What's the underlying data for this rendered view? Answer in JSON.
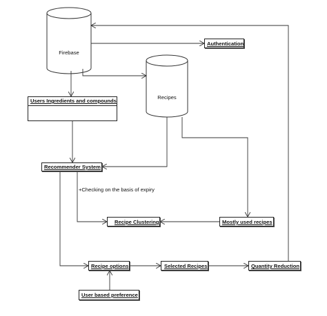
{
  "nodes": {
    "firebase": "Firebase",
    "recipes_db": "Recipes",
    "authentication": "Authentication",
    "users_ingredients": "Users Ingredients and compounds",
    "recommender_system": "Recommender System",
    "expiry_note": "+Checking on the basis of expiry",
    "recipe_clustering": "Recipe Clustering",
    "mostly_used_recipes": "Mostly used recipes",
    "recipe_options": "Recipe options",
    "selected_recipes": "Selected Recipes",
    "quantity_reduction": "Quantity Reduction",
    "user_based_preference": "User based preference"
  },
  "colors": {
    "line": "#333333",
    "border": "#222222",
    "fill": "#ffffff"
  }
}
